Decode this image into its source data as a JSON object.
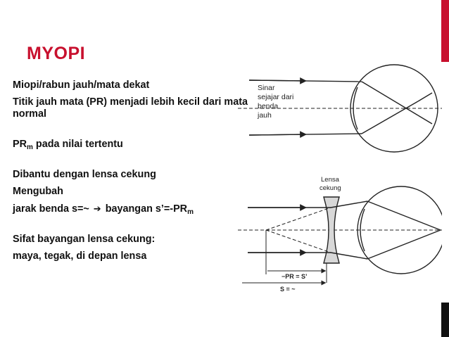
{
  "colors": {
    "accent": "#c8102e",
    "title": "#c8102e",
    "dark_bar": "#111111"
  },
  "title": "MYOPI",
  "lines": {
    "l1": "Miopi/rabun jauh/mata dekat",
    "l2": "Titik jauh mata (PR) menjadi lebih kecil dari mata normal",
    "l3_main": "PR",
    "l3_sub": "m",
    "l3_rest": " pada nilai tertentu",
    "l4": "Dibantu dengan lensa cekung",
    "l5": "Mengubah",
    "l6_main": "jarak benda s=~ ",
    "l6_arrow": "➔",
    "l6_rest": " bayangan s’=-PR",
    "l6_sub": "m",
    "l7": "Sifat bayangan lensa cekung:",
    "l8": "maya, tegak, di depan lensa"
  },
  "diagram": {
    "top_label": [
      "Sinar",
      "sejajar dari",
      "benda",
      "jauh"
    ],
    "lens_label": [
      "Lensa",
      "cekung"
    ],
    "pr_label": "−PR = S’",
    "s_label": "S = ~"
  }
}
